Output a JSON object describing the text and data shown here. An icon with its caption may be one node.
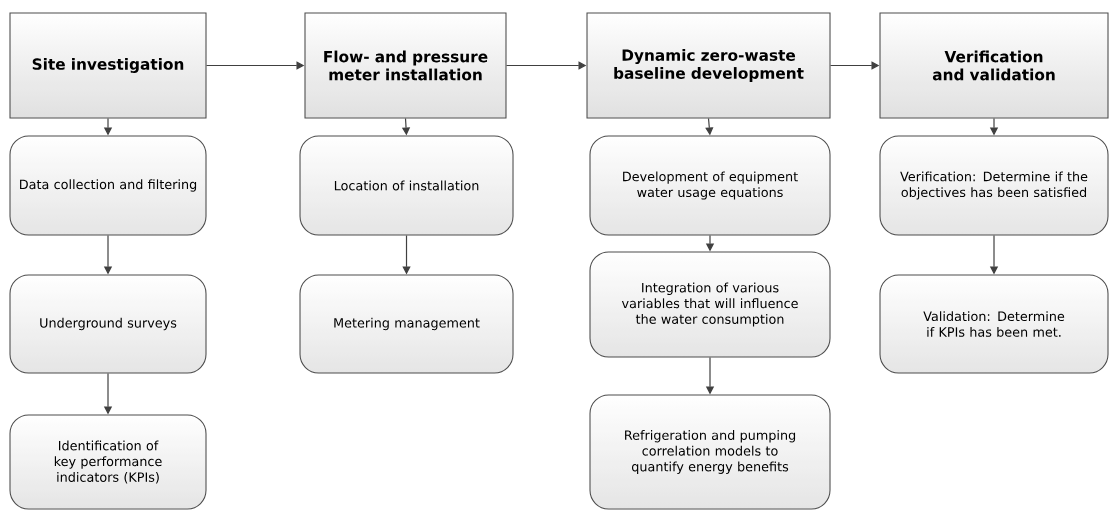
{
  "diagram": {
    "nodes": [
      {
        "text": [
          "Site investigation"
        ]
      },
      {
        "text": [
          "Flow- and pressure meter installation"
        ]
      },
      {
        "text": [
          "Dynamic zero-waste baseline development"
        ]
      },
      {
        "text": [
          "Verification and validation"
        ]
      },
      {
        "text": [
          "Data collection and filtering"
        ]
      },
      {
        "text": [
          "Underground surveys"
        ]
      },
      {
        "text": [
          "Identification of key performance indicators (KPIs)"
        ]
      },
      {
        "text": [
          "Location of installation"
        ]
      },
      {
        "text": [
          "Metering management"
        ]
      },
      {
        "text": [
          "Development of equipment water usage equations"
        ]
      },
      {
        "text": [
          "Integration of various variables that will influence the water consumption"
        ]
      },
      {
        "text": [
          "Refrigeration and pumping correlation models to quantify energy benefits"
        ]
      },
      {
        "text": [
          "Verification: Determine if the objectives has been satisfied"
        ]
      },
      {
        "text": [
          "Validation: Determine if KPIs has been met."
        ]
      }
    ],
    "edges": [
      {
        "from": 0,
        "to": 1,
        "arrow": "to"
      },
      {
        "from": 1,
        "to": 2,
        "arrow": "to"
      },
      {
        "from": 2,
        "to": 3,
        "arrow": "to"
      },
      {
        "from": 0,
        "to": 4,
        "arrow": "to"
      },
      {
        "from": 4,
        "to": 5,
        "arrow": "to"
      },
      {
        "from": 5,
        "to": 6,
        "arrow": "to"
      },
      {
        "from": 1,
        "to": 7,
        "arrow": "to"
      },
      {
        "from": 7,
        "to": 8,
        "arrow": "to"
      },
      {
        "from": 2,
        "to": 9,
        "arrow": "to"
      },
      {
        "from": 9,
        "to": 10,
        "arrow": "to"
      },
      {
        "from": 10,
        "to": 11,
        "arrow": "to"
      },
      {
        "from": 3,
        "to": 12,
        "arrow": "to"
      },
      {
        "from": 12,
        "to": 13,
        "arrow": "to"
      }
    ]
  }
}
